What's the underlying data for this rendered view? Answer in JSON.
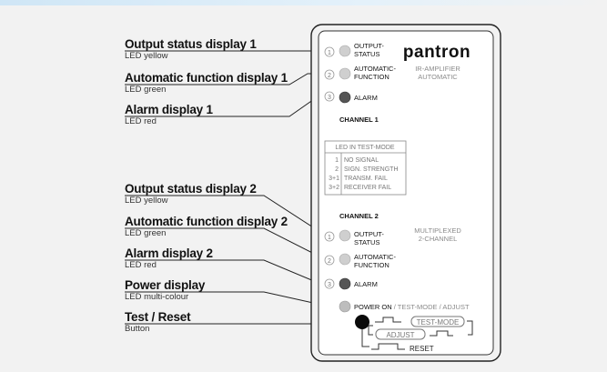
{
  "callouts": [
    {
      "title": "Output status display 1",
      "subtitle": "LED yellow"
    },
    {
      "title": "Automatic function display 1",
      "subtitle": "LED green"
    },
    {
      "title": "Alarm display 1",
      "subtitle": "LED red"
    },
    {
      "title": "Output status display 2",
      "subtitle": "LED yellow"
    },
    {
      "title": "Automatic function display 2",
      "subtitle": "LED green"
    },
    {
      "title": "Alarm display 2",
      "subtitle": "LED red"
    },
    {
      "title": "Power display",
      "subtitle": "LED multi-colour"
    },
    {
      "title": "Test / Reset",
      "subtitle": "Button"
    }
  ],
  "panel": {
    "brand": "pantron",
    "model_line1": "IR-AMPLIFIER",
    "model_line2": "AUTOMATIC",
    "ch1_output_l1": "OUTPUT-",
    "ch1_output_l2": "STATUS",
    "ch1_auto_l1": "AUTOMATIC-",
    "ch1_auto_l2": "FUNCTION",
    "ch1_alarm": "ALARM",
    "channel1": "CHANNEL 1",
    "test_mode_title": "LED IN TEST-MODE",
    "test_rows": [
      {
        "code": "1",
        "text": "NO SIGNAL"
      },
      {
        "code": "2",
        "text": "SIGN. STRENGTH"
      },
      {
        "code": "3+1",
        "text": "TRANSM. FAIL"
      },
      {
        "code": "3+2",
        "text": "RECEIVER FAIL"
      }
    ],
    "channel2": "CHANNEL 2",
    "multiplexed_l1": "MULTIPLEXED",
    "multiplexed_l2": "2-CHANNEL",
    "ch2_output_l1": "OUTPUT-",
    "ch2_output_l2": "STATUS",
    "ch2_auto_l1": "AUTOMATIC-",
    "ch2_auto_l2": "FUNCTION",
    "ch2_alarm": "ALARM",
    "power_on": "POWER ON",
    "test_adjust": " / TEST-MODE / ADJUST",
    "test_mode_btn": "TEST-MODE",
    "adjust_btn": "ADJUST",
    "reset": "RESET",
    "led_numbers": [
      "1",
      "2",
      "3",
      "1",
      "2",
      "3"
    ]
  },
  "colors": {
    "led_light": "#cfcfcf",
    "led_dark": "#555555",
    "led_power": "#bdbdbd",
    "button": "#0a0a0a",
    "panel_text_grey": "#8a8a8a"
  }
}
